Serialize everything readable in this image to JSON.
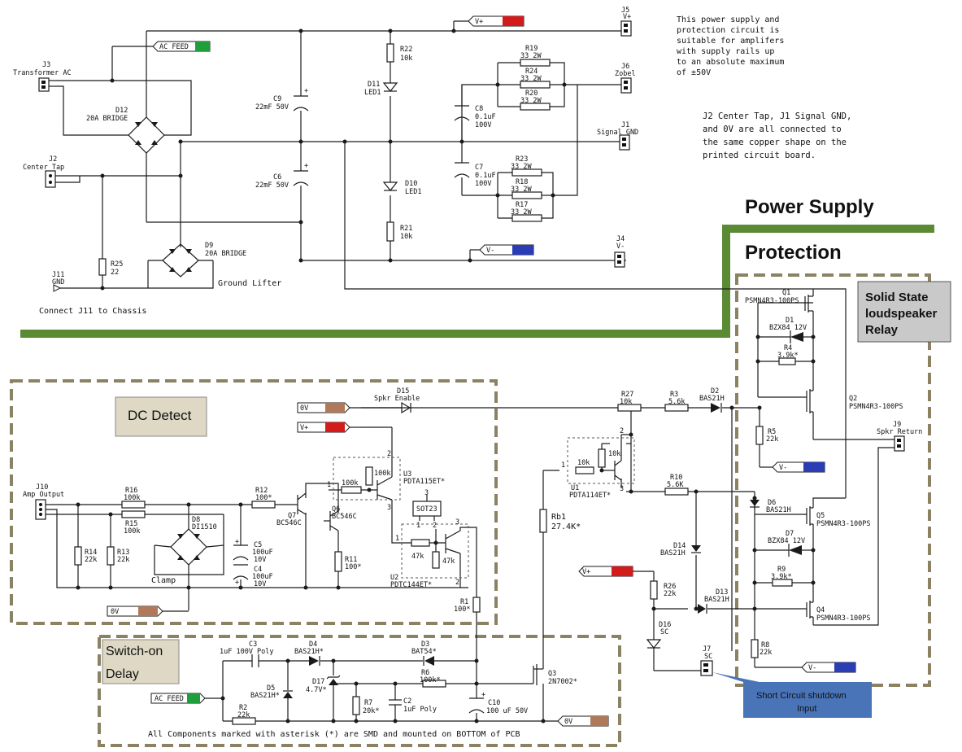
{
  "titles": {
    "power_supply": "Power Supply",
    "protection": "Protection",
    "ssr": [
      "Solid State",
      "loudspeaker",
      "Relay"
    ],
    "dc_detect": "DC Detect",
    "switch_on": [
      "Switch-on",
      "Delay"
    ],
    "sc_callout": [
      "Short Circuit shutdown",
      "Input"
    ]
  },
  "notes": {
    "supply": [
      "This power supply and",
      "protection circuit is",
      "suitable for amplifers",
      "with supply rails up",
      "to an absolute maximum",
      "of ±50V"
    ],
    "gnd": [
      "J2 Center Tap, J1 Signal GND,",
      "and 0V are all connected to",
      "the same copper shape on the",
      "printed circuit board."
    ],
    "chassis": "Connect J11 to Chassis",
    "ground_lifter": "Ground Lifter",
    "clamp": "Clamp",
    "smd": "All Components marked with asterisk (*) are SMD and mounted on BOTTOM of PCB"
  },
  "rails": {
    "ac_feed": "AC FEED",
    "vplus": "V+",
    "vminus": "V-",
    "zero_v": "0V",
    "colors": {
      "green": "#1f9e3c",
      "red": "#d41b1b",
      "blue": "#2a3db5",
      "brown": "#b07a5a"
    }
  },
  "connectors": {
    "j3": [
      "J3",
      "Transformer AC"
    ],
    "j2": [
      "J2",
      "Center Tap"
    ],
    "j11": [
      "J11",
      "GND"
    ],
    "j5": [
      "J5",
      "V+"
    ],
    "j6": [
      "J6",
      "Zobel"
    ],
    "j1": [
      "J1",
      "Signal GND"
    ],
    "j4": [
      "J4",
      "V-"
    ],
    "j9": [
      "J9",
      "Spkr Return"
    ],
    "j10": [
      "J10",
      "Amp Output"
    ],
    "j7": [
      "J7",
      "SC"
    ]
  },
  "components": {
    "d12": [
      "D12",
      "20A BRIDGE"
    ],
    "d9": [
      "D9",
      "20A BRIDGE"
    ],
    "c9": [
      "C9",
      "22mF 50V"
    ],
    "c6": [
      "C6",
      "22mF 50V"
    ],
    "r22": [
      "R22",
      "10k"
    ],
    "d11": [
      "D11",
      "LED1"
    ],
    "d10": [
      "D10",
      "LED1"
    ],
    "r21": [
      "R21",
      "10k"
    ],
    "r25": [
      "R25",
      "22"
    ],
    "c8": [
      "C8",
      "0.1uF",
      "100V"
    ],
    "c7": [
      "C7",
      "0.1uF",
      "100V"
    ],
    "r19": [
      "R19",
      "33 2W"
    ],
    "r24": [
      "R24",
      "33 2W"
    ],
    "r20": [
      "R20",
      "33 2W"
    ],
    "r23": [
      "R23",
      "33 2W"
    ],
    "r18": [
      "R18",
      "33 2W"
    ],
    "r17": [
      "R17",
      "33 2W"
    ],
    "q1": [
      "Q1",
      "PSMN4R3-100PS"
    ],
    "d1": [
      "D1",
      "BZX84 12V"
    ],
    "r4": [
      "R4",
      "3.9k*"
    ],
    "q2": [
      "Q2",
      "PSMN4R3-100PS"
    ],
    "r5": [
      "R5",
      "22k"
    ],
    "q5": [
      "Q5",
      "PSMN4R3-100PS"
    ],
    "d7": [
      "D7",
      "BZX84 12V"
    ],
    "r9": [
      "R9",
      "3.9k*"
    ],
    "q4": [
      "Q4",
      "PSMN4R3-100PS"
    ],
    "r8": [
      "R8",
      "22k"
    ],
    "d6": [
      "D6",
      "BAS21H"
    ],
    "d2": [
      "D2",
      "BAS21H"
    ],
    "r3": [
      "R3",
      "5.6k"
    ],
    "r27": [
      "R27",
      "10k"
    ],
    "r10": [
      "R10",
      "5.6K"
    ],
    "d14": [
      "D14",
      "BAS21H"
    ],
    "d13": [
      "D13",
      "BAS21H"
    ],
    "r26": [
      "R26",
      "22k"
    ],
    "d16": [
      "D16",
      "SC"
    ],
    "d15": [
      "D15",
      "Spkr Enable"
    ],
    "u1": [
      "U1",
      "PDTA114ET*"
    ],
    "u1_r": [
      "10k",
      "10k"
    ],
    "u3": [
      "U3",
      "PDTA115ET*"
    ],
    "u3_r": [
      "100k",
      "100k"
    ],
    "u2": [
      "U2",
      "PDTC144ET*"
    ],
    "u2_r": [
      "47k",
      "47k"
    ],
    "sot23": "SOT23",
    "rb1": [
      "Rb1",
      "27.4K*"
    ],
    "r16": [
      "R16",
      "100k"
    ],
    "r15": [
      "R15",
      "100k"
    ],
    "r14": [
      "R14",
      "22k"
    ],
    "r13": [
      "R13",
      "22k"
    ],
    "d8": [
      "D8",
      "DI1510"
    ],
    "r12": [
      "R12",
      "100*"
    ],
    "q7": [
      "Q7",
      "BC546C"
    ],
    "q6": [
      "Q6",
      "BC546C"
    ],
    "c5": [
      "C5",
      "100uF",
      "10V"
    ],
    "c4": [
      "C4",
      "100uF",
      "10V"
    ],
    "r11": [
      "R11",
      "100*"
    ],
    "r1": [
      "R1",
      "100*"
    ],
    "c3": [
      "C3",
      "1uF 100V Poly"
    ],
    "d4": [
      "D4",
      "BAS21H*"
    ],
    "d3": [
      "D3",
      "BAT54*"
    ],
    "r6": [
      "R6",
      "100k*"
    ],
    "d5": [
      "D5",
      "BAS21H*"
    ],
    "d17": [
      "D17",
      "4.7V*"
    ],
    "r7": [
      "R7",
      "20k*"
    ],
    "c2": [
      "C2",
      "1uF Poly"
    ],
    "c10": [
      "C10",
      "100 uF 50V"
    ],
    "r2": [
      "R2",
      "22k"
    ],
    "q3": [
      "Q3",
      "2N7002*"
    ]
  }
}
